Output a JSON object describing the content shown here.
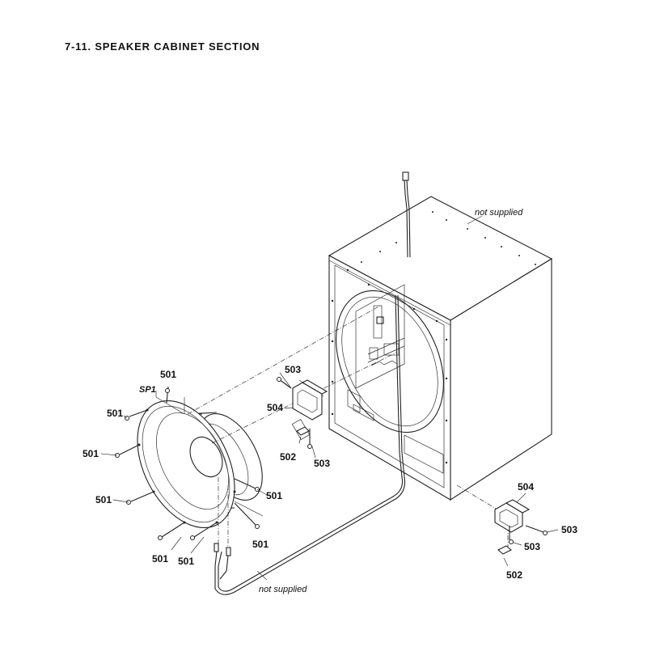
{
  "title": "7-11.  SPEAKER CABINET  SECTION",
  "callouts": {
    "sp1": "SP1",
    "p501": "501",
    "p502": "502",
    "p503": "503",
    "p504": "504"
  },
  "notes": {
    "not_supplied": "not supplied"
  }
}
